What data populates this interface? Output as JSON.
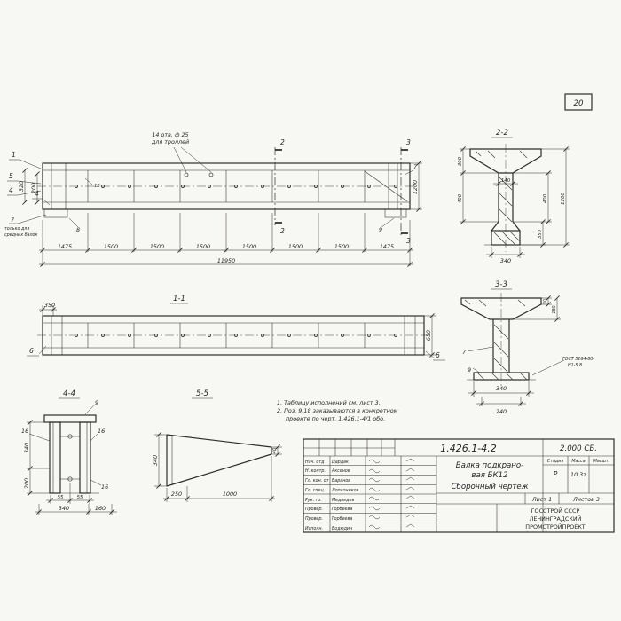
{
  "sheet": {
    "page_number": "20"
  },
  "main": {
    "holes_note_l1": "14 отв. ф 25",
    "holes_note_l2": "для троллей",
    "pos_1": "1",
    "pos_5": "5",
    "pos_4a": "4",
    "pos_4b": "4",
    "pos_2_top": "2",
    "pos_2_bot": "2",
    "pos_3_top": "3",
    "pos_3_bot": "3",
    "pos_7_right": "7",
    "pos_7_left": "7",
    "pos_8": "8",
    "pos_9": "9",
    "note_middle_l1": "только для",
    "note_middle_l2": "средних балок",
    "dim_320": "320",
    "dim_200": "200",
    "dim_15": "15",
    "dim_1200": "1200",
    "seg_dims": [
      "1475",
      "1500",
      "1500",
      "1500",
      "1500",
      "1500",
      "1500",
      "1475"
    ],
    "dim_total": "11950"
  },
  "sec22": {
    "title": "2-2",
    "dim_300": "300",
    "dim_400l": "400",
    "dim_140": "140",
    "dim_400r": "400",
    "dim_350": "350",
    "dim_1200": "1200",
    "dim_340": "340"
  },
  "sec33": {
    "title": "3-3",
    "dim_30": "30",
    "dim_180": "180",
    "pos_7": "7",
    "pos_9": "9",
    "weld_l1": "ГОСТ 5264-80-",
    "weld_l2": "Н1-5,8",
    "dim_340": "340",
    "dim_240": "240"
  },
  "v11": {
    "title": "1-1",
    "dim_350": "350",
    "dim_650": "650",
    "pos_6_left": "6",
    "pos_6_right": "6"
  },
  "v44": {
    "title": "4-4",
    "pos_9": "9",
    "pos_16a": "16",
    "pos_16b": "16",
    "pos_16c": "16",
    "dim_340l": "340",
    "dim_200": "200",
    "dim_55a": "55",
    "dim_55b": "55",
    "dim_340b": "340",
    "dim_160": "160"
  },
  "v55": {
    "title": "5-5",
    "dim_340": "340",
    "dim_40": "40",
    "dim_250": "250",
    "dim_1000": "1000"
  },
  "notes": {
    "line1": "1. Таблицу исполнений см. лист 3.",
    "line2": "2. Поз. 9,18 заказываются в конкретном",
    "line3": "проекте по черт. 1.426.1-4/1 обо."
  },
  "tb": {
    "doc_number": "1.426.1-4.2",
    "doc_code": "2.000 СБ.",
    "rows": [
      {
        "role": "Нач. отд",
        "name": "Цардак"
      },
      {
        "role": "Н. контр.",
        "name": "Аксенов"
      },
      {
        "role": "Гл. кон. от",
        "name": "Баранов"
      },
      {
        "role": "Гл. спец.",
        "name": "Лопатников"
      },
      {
        "role": "Рук. гр.",
        "name": "Медведев"
      },
      {
        "role": "Провер.",
        "name": "Горбеева"
      },
      {
        "role": "Провер.",
        "name": "Горбеева"
      },
      {
        "role": "Исполн.",
        "name": "Бодюдин"
      }
    ],
    "title_l1": "Балка подкрано-",
    "title_l2": "вая  БК12",
    "title_l3": "Сборочный  чертеж",
    "col_stage": "Стадия",
    "col_mass": "Масса",
    "col_scale": "Масшт.",
    "stage_val": "Р",
    "mass_val": "10,3т",
    "sheet_label": "Лист 1",
    "sheets_label": "Листов 3",
    "org_l1": "ГОССТРОЙ СССР",
    "org_l2": "ЛЕНИНГРАДСКИЙ",
    "org_l3": "ПРОМСТРОЙПРОЕКТ"
  }
}
